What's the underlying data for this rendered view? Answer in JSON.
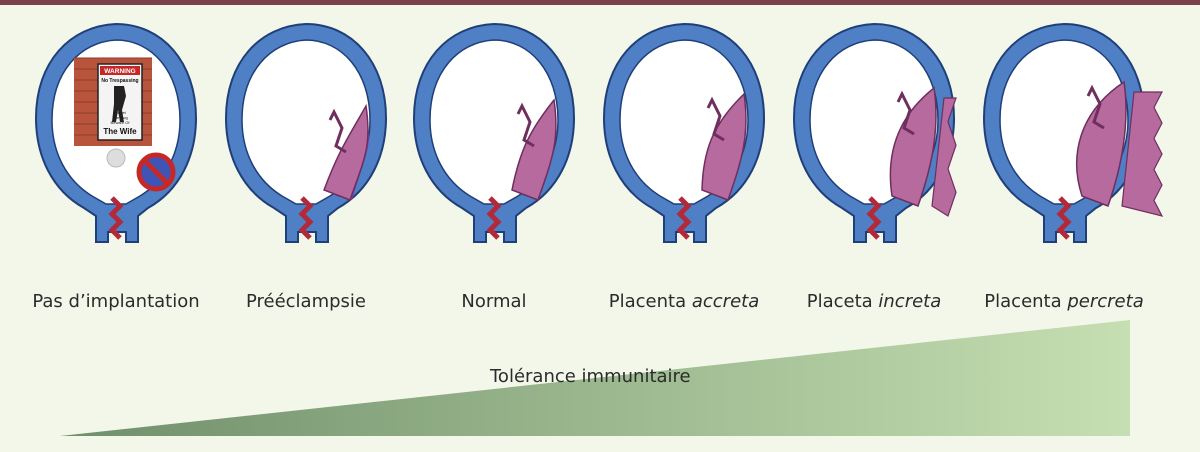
{
  "stages": [
    {
      "id": "pas-implantation",
      "label_main": "Pas d’implantation",
      "label_em": "",
      "invasion": 0
    },
    {
      "id": "preeclampsie",
      "label_main": "Prééclampsie",
      "label_em": "",
      "invasion": 1
    },
    {
      "id": "normal",
      "label_main": "Normal",
      "label_em": "",
      "invasion": 2
    },
    {
      "id": "accreta",
      "label_main": "Placenta ",
      "label_em": "accreta",
      "invasion": 3
    },
    {
      "id": "increta",
      "label_main": "Placeta ",
      "label_em": "increta",
      "invasion": 4
    },
    {
      "id": "percreta",
      "label_main": "Placenta ",
      "label_em": "percreta",
      "invasion": 5
    }
  ],
  "tolerance_label": "Tolérance immunitaire",
  "warning_sign": {
    "header": "WARNING",
    "line1": "No Trespassing",
    "line2": "Forget",
    "line3": "The Dog",
    "line4": "Beware Of",
    "line5": "The Wife"
  },
  "colors": {
    "top_bar": "#7b3f4e",
    "uterus_wall": "#4f7fc4",
    "uterus_outline": "#1f3f78",
    "cervix": "#b22a3a",
    "placenta": "#b76a9d",
    "placenta_dark": "#6e2f5e",
    "preeclampsie_layer": "#7a3fb0",
    "tolerance_start": "#6f8f6a",
    "tolerance_end": "#c6dfb2"
  }
}
